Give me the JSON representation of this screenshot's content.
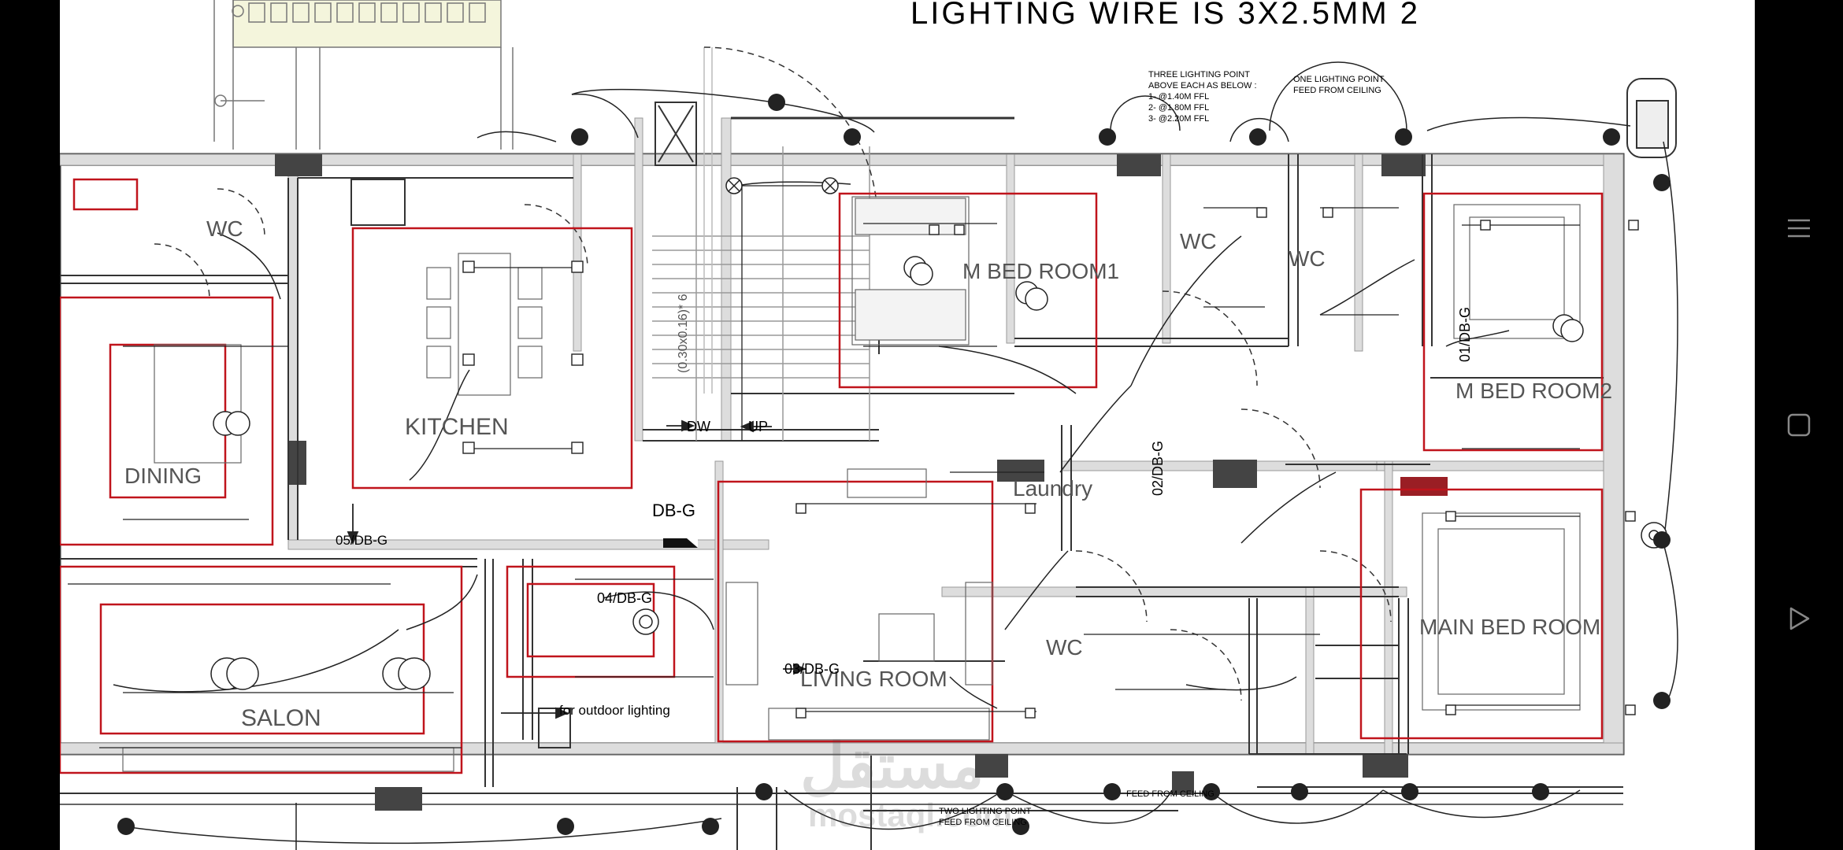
{
  "notes": {
    "wire_spec": "LIGHTING WIRE IS 3X2.5MM 2",
    "three_point": [
      "THREE LIGHTING POINT",
      "ABOVE EACH AS BELOW :",
      "1- @1.40M FFL",
      "2- @1.80M FFL",
      "3- @2.20M FFL"
    ],
    "one_point": [
      "ONE LIGHTING POINT",
      "FEED FROM CEILING"
    ],
    "two_point": [
      "TWO LIGHTING POINT",
      "FEED FROM CEILING"
    ],
    "feed_from_ceiling": "FEED FROM CEILING",
    "outdoor": "for outdoor lighting"
  },
  "rooms": {
    "wc_left": "WC",
    "kitchen": "KITCHEN",
    "dining": "DINING",
    "salon": "SALON",
    "m_bed_room1": "M BED ROOM1",
    "wc_top1": "WC",
    "wc_top2": "WC",
    "m_bed_room2": "M BED ROOM2",
    "laundry": "Laundry",
    "living_room": "LIVING ROOM",
    "wc_bottom": "WC",
    "main_bed_room": "MAIN BED ROOM"
  },
  "circuits": {
    "db": "DB-G",
    "c01": "01/DB-G",
    "c02": "02/DB-G",
    "c03": "03/DB-G",
    "c04": "04/DB-G",
    "c05": "05/DB-G",
    "stair_dim": "(0.30x0.16)* 6",
    "dw": "DW",
    "up": "UP"
  },
  "watermark": {
    "arabic": "مستقل",
    "latin": "mostaql.com"
  },
  "nav": {
    "menu_icon": "recent-apps-icon",
    "home_icon": "home-icon",
    "back_icon": "back-icon"
  },
  "colors": {
    "plan_line": "#222222",
    "room_box": "#c0141c",
    "background": "#ffffff",
    "nav_bg": "#000000"
  }
}
